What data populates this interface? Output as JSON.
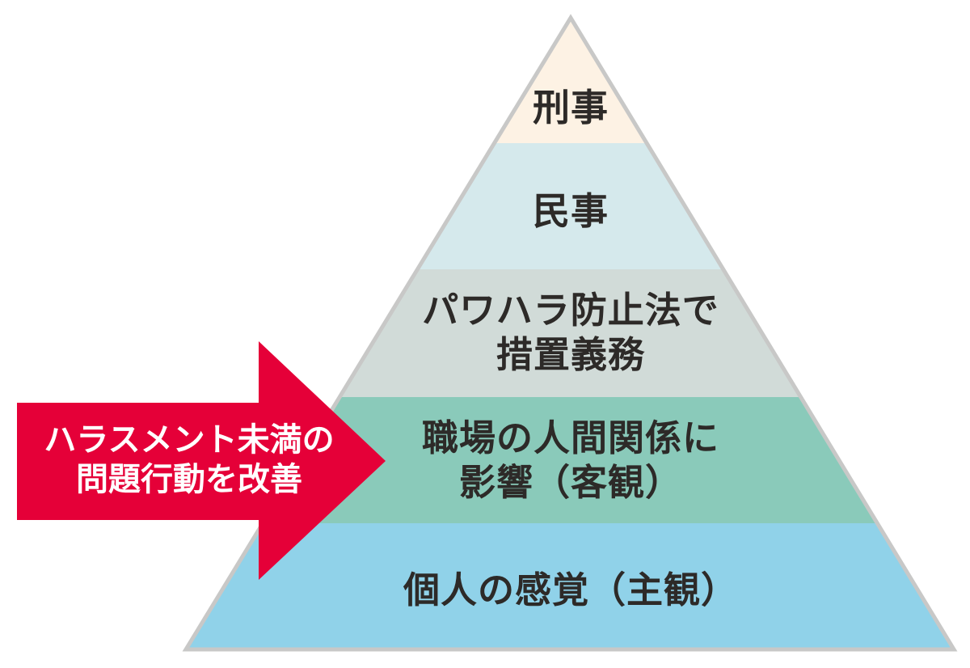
{
  "diagram": {
    "type": "pyramid",
    "background_color": "#ffffff",
    "text_color": "#2d2a28",
    "pyramid": {
      "border_color": "#c8c8c7",
      "levels": [
        {
          "name": "criminal",
          "color": "#fdf2e4",
          "lines": [
            "刑事"
          ]
        },
        {
          "name": "civil",
          "color": "#d5e9ec",
          "lines": [
            "民事"
          ]
        },
        {
          "name": "prevention-law-duty",
          "color": "#d1dbd8",
          "lines": [
            "パワハラ防止法で",
            "措置義務"
          ]
        },
        {
          "name": "workplace-relations",
          "color": "#8acaba",
          "lines": [
            "職場の人間関係に",
            "影響（客観）"
          ]
        },
        {
          "name": "personal-feeling",
          "color": "#90d2e9",
          "lines": [
            "個人の感覚（主観）"
          ]
        }
      ]
    },
    "arrow": {
      "color": "#e50038",
      "text_color": "#ffffff",
      "lines": [
        "ハラスメント未満の",
        "問題行動を改善"
      ]
    }
  }
}
